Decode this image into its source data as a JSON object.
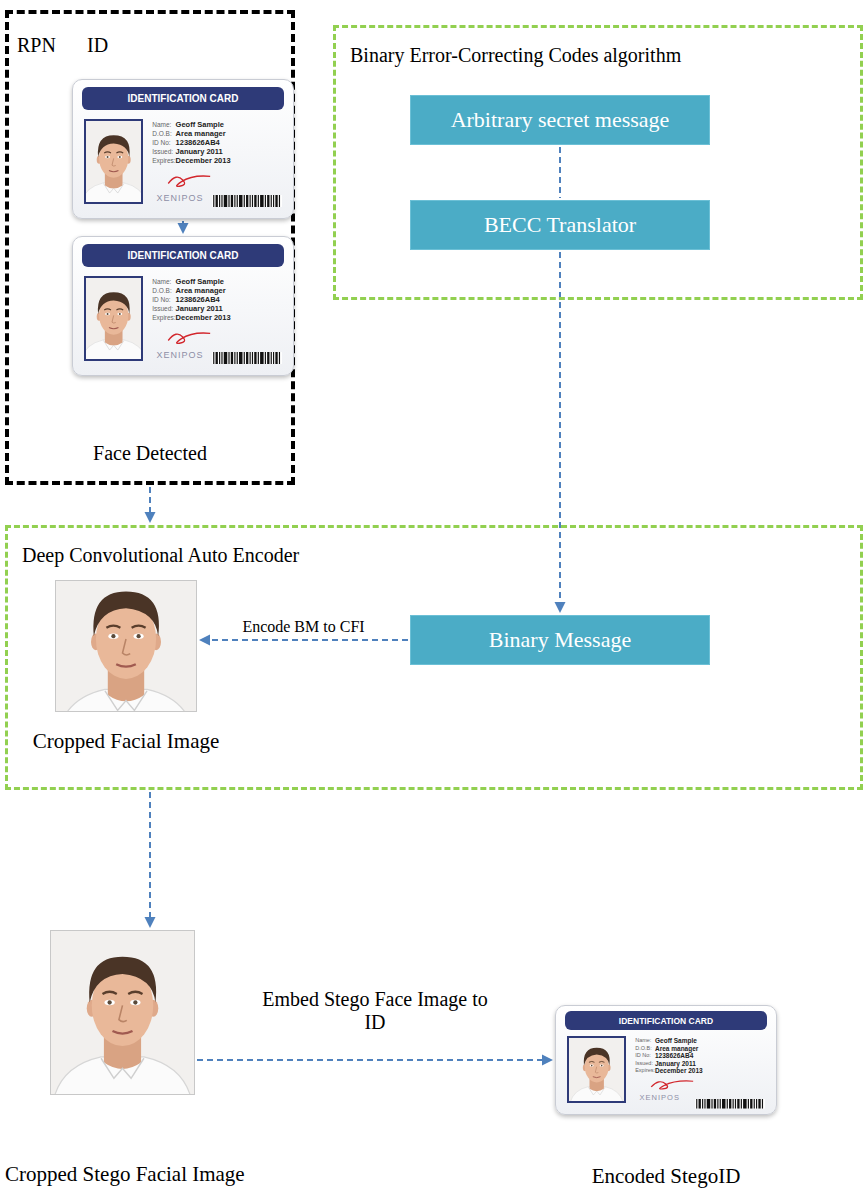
{
  "diagram": {
    "nodes": [
      {
        "text": [
          "RPN",
          "ID",
          "Face Detected"
        ]
      },
      {
        "text": [
          "IDENTIFICATION CARD",
          "Name:",
          "Geoff Sample",
          "D.O.B:",
          "Area manager",
          "ID No:",
          "1238626AB4",
          "Issued:",
          "January 2011",
          "Expires:",
          "December 2013",
          "XENIPOS"
        ],
        "in": 0
      },
      {
        "text": [
          "IDENTIFICATION CARD",
          "Name:",
          "Geoff Sample",
          "D.O.B:",
          "Area manager",
          "ID No:",
          "1238626AB4",
          "Issued:",
          "January 2011",
          "Expires:",
          "December 2013",
          "XENIPOS"
        ],
        "in": 0
      },
      {
        "text": [
          "Binary Error-Correcting Codes algorithm"
        ]
      },
      {
        "text": [
          "Arbitrary secret message"
        ],
        "in": 3
      },
      {
        "text": [
          "BECC Translator"
        ],
        "in": 3
      },
      {
        "text": [
          "Deep Convolutional Auto Encoder"
        ]
      },
      {
        "text": [
          "Cropped Facial Image"
        ],
        "in": 6
      },
      {
        "text": [
          "Binary Message"
        ],
        "in": 6
      },
      {
        "text": [
          "Cropped Stego Facial Image"
        ]
      },
      {
        "text": [
          "IDENTIFICATION CARD",
          "Name:",
          "Geoff Sample",
          "D.O.B:",
          "Area manager",
          "ID No:",
          "1238626AB4",
          "Issued:",
          "January 2011",
          "Expires:",
          "December 2013",
          "XENIPOS",
          "Encoded StegoID"
        ]
      }
    ],
    "edges": [
      {
        "from": 1,
        "to": 2,
        "arrow": "to"
      },
      {
        "from": 0,
        "to": 6,
        "arrow": "to"
      },
      {
        "from": 4,
        "to": 5,
        "arrow": "none"
      },
      {
        "from": 5,
        "to": 8,
        "arrow": "to"
      },
      {
        "from": 8,
        "to": 7,
        "label": "Encode BM to CFI",
        "arrow": "to"
      },
      {
        "from": 6,
        "to": 9,
        "arrow": "to"
      },
      {
        "from": 9,
        "to": 10,
        "label": "Embed Stego Face Image to ID",
        "arrow": "to"
      }
    ]
  }
}
